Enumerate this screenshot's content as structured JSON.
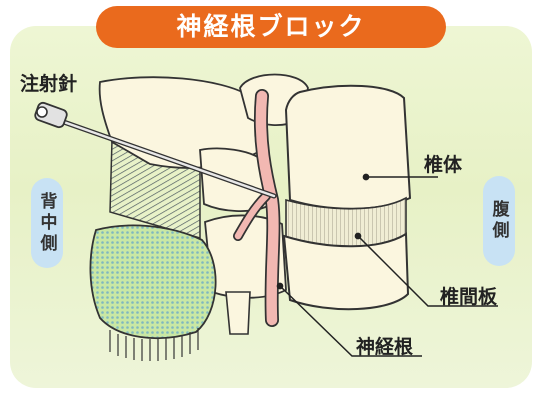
{
  "title": "神経根ブロック",
  "sides": {
    "back": "背中側",
    "belly": "腹側"
  },
  "labels": {
    "needle": "注射針",
    "vertebral_body": "椎体",
    "disc": "椎間板",
    "nerve_root": "神経根"
  },
  "colors": {
    "banner": "#ea6a1d",
    "panel": "#e8f2c8",
    "side_pill": "#c8e2f4",
    "bone": "#fbf6df",
    "nerve": "#f2b8b2"
  }
}
